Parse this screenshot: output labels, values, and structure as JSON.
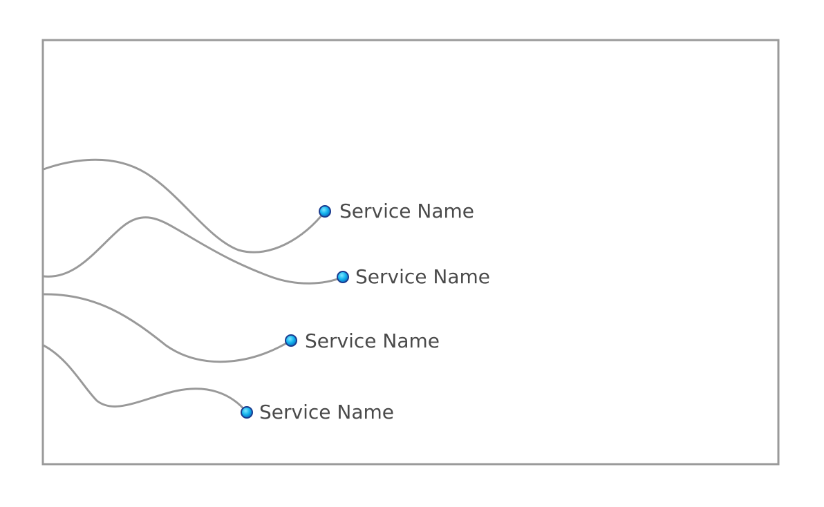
{
  "colors": {
    "frame": "#9a9a9a",
    "connector": "#999999",
    "node_fill": "#14b4ee",
    "node_stroke": "#1a3b8f",
    "label_text": "#4a4a4a"
  },
  "services": [
    {
      "label": "Service Name",
      "icon": "node-dot"
    },
    {
      "label": "Service Name",
      "icon": "node-dot"
    },
    {
      "label": "Service Name",
      "icon": "node-dot"
    },
    {
      "label": "Service Name",
      "icon": "node-dot"
    }
  ]
}
